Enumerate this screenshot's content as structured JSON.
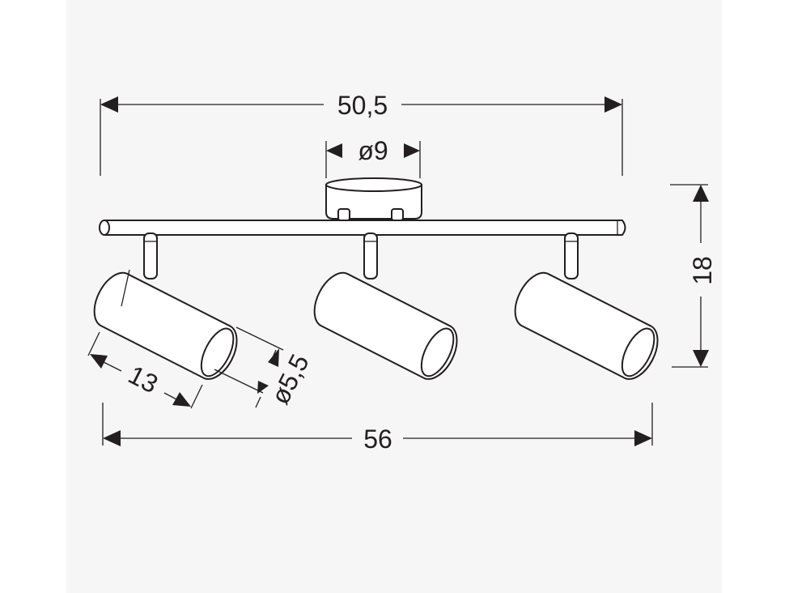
{
  "dimensions": {
    "bar_width": "50,5",
    "base_diameter": "ø9",
    "height": "18",
    "overall_width": "56",
    "spot_length": "13",
    "spot_diameter": "ø5,5"
  },
  "colors": {
    "line": "#231f20",
    "background": "#f6f6f6"
  }
}
